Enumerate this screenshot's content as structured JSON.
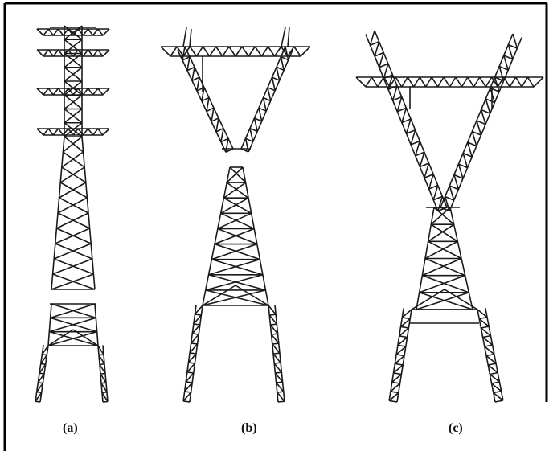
{
  "figure": {
    "labels": {
      "a": "(a)",
      "b": "(b)",
      "c": "(c)"
    },
    "line_color": "#1a1a1a",
    "frame_color": "#000000"
  }
}
